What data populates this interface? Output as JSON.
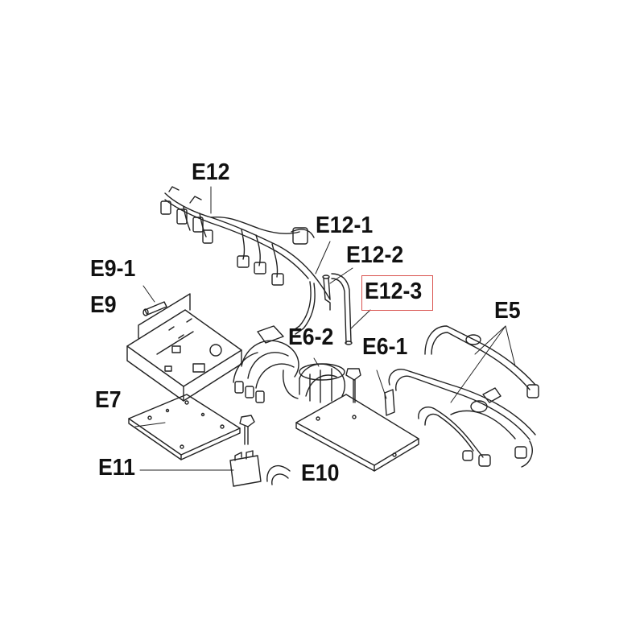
{
  "labels": {
    "e12": "E12",
    "e12_1": "E12-1",
    "e12_2": "E12-2",
    "e12_3": "E12-3",
    "e9_1": "E9-1",
    "e9": "E9",
    "e6_2": "E6-2",
    "e6_1": "E6-1",
    "e5": "E5",
    "e7": "E7",
    "e11": "E11",
    "e10": "E10"
  },
  "highlight_color": "#d9534f",
  "ink_color": "#222222"
}
